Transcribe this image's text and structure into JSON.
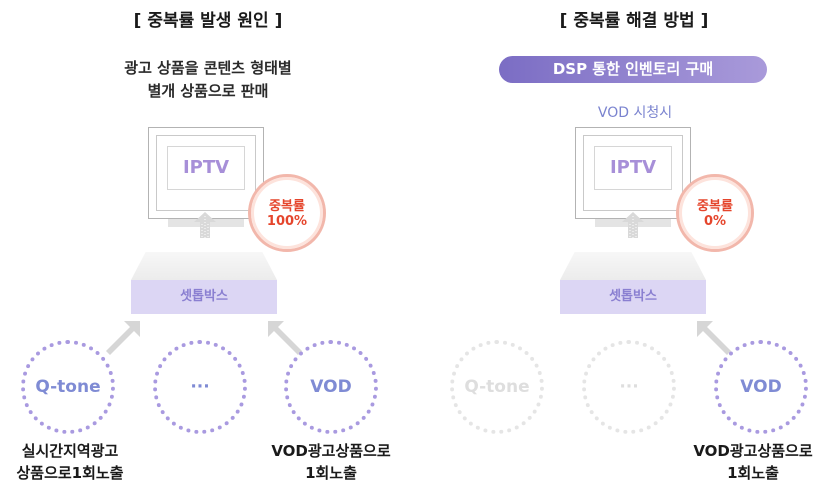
{
  "left": {
    "title": "[ 중복률 발생 원인 ]",
    "subtitle_line1": "광고 상품을 콘텐츠 형태별",
    "subtitle_line2": "별개 상품으로 판매",
    "monitor_label": "IPTV",
    "badge_label": "중복률",
    "badge_value": "100%",
    "settop_label": "셋톱박스",
    "sources": [
      "Q-tone",
      "···",
      "VOD"
    ],
    "caption_left_line1": "실시간지역광고",
    "caption_left_line2": "상품으로1회노출",
    "caption_right_line1": "VOD광고상품으로",
    "caption_right_line2": "1회노출"
  },
  "right": {
    "title": "[ 중복률 해결 방법 ]",
    "pill": "DSP 통한 인벤토리 구매",
    "vod_when": "VOD 시청시",
    "monitor_label": "IPTV",
    "badge_label": "중복률",
    "badge_value": "0%",
    "settop_label": "셋톱박스",
    "sources": [
      "Q-tone",
      "···",
      "VOD"
    ],
    "caption_right_line1": "VOD광고상품으로",
    "caption_right_line2": "1회노출"
  },
  "colors": {
    "accent_purple": "#a78fd8",
    "badge_red": "#e5452c",
    "circle_active": "#a99ae0",
    "circle_faded": "#e5e5e5"
  }
}
